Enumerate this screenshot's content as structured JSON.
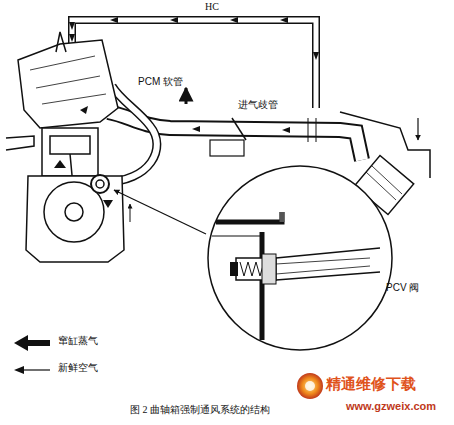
{
  "diagram": {
    "caption": "图 2  曲轴箱强制通风系统的结构",
    "labels": [
      "HC",
      "PCM 软管",
      "进气歧管",
      "PCV 阀",
      "精通维修下载",
      "www.gzweix.com"
    ],
    "legend": [
      {
        "text": "窜缸蒸气"
      },
      {
        "text": "新鲜空气"
      }
    ]
  }
}
